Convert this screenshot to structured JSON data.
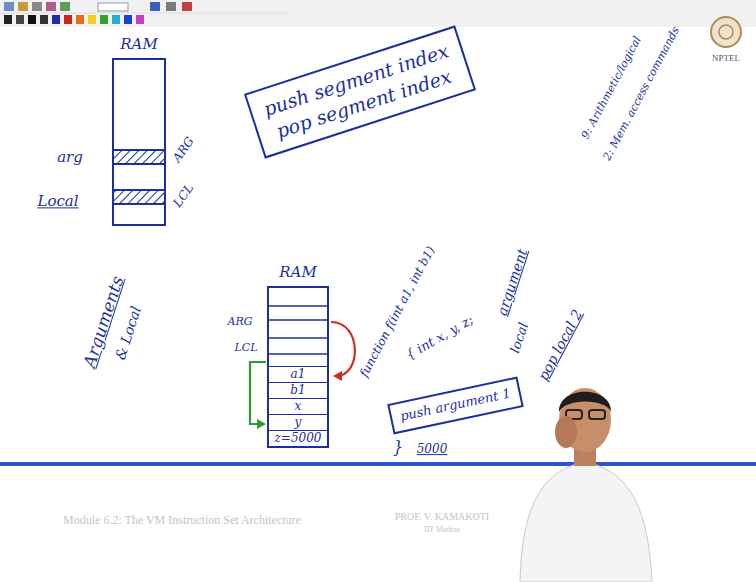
{
  "diagram": {
    "nodes": [
      {
        "text": [
          "RAM"
        ]
      },
      {
        "text": [
          "push segment index",
          "pop segment index"
        ]
      },
      {
        "text": [
          "RAM"
        ]
      },
      {
        "text": [
          "a1"
        ],
        "in": 2
      },
      {
        "text": [
          "b1"
        ],
        "in": 2
      },
      {
        "text": [
          "x"
        ],
        "in": 2
      },
      {
        "text": [
          "y"
        ],
        "in": 2
      },
      {
        "text": [
          "z=5000"
        ],
        "in": 2
      },
      {
        "text": [
          "push argument 1"
        ]
      }
    ],
    "labels": [
      "arg",
      "ARG",
      "Local",
      "LCL",
      "9: Arithmetic/logical",
      "2: Mem. access commands",
      "Arguments",
      "& Local",
      "ARG",
      "LCL",
      "function f(int a1, int b1)",
      "{ int x, y, z;",
      "}",
      "argument",
      "local",
      "pop local 2",
      "5000",
      "NPTEL",
      "Module 6.2: The VM Instruction Set Architecture",
      "PROF. V. KAMAKOTI",
      "IIT Madras"
    ]
  }
}
